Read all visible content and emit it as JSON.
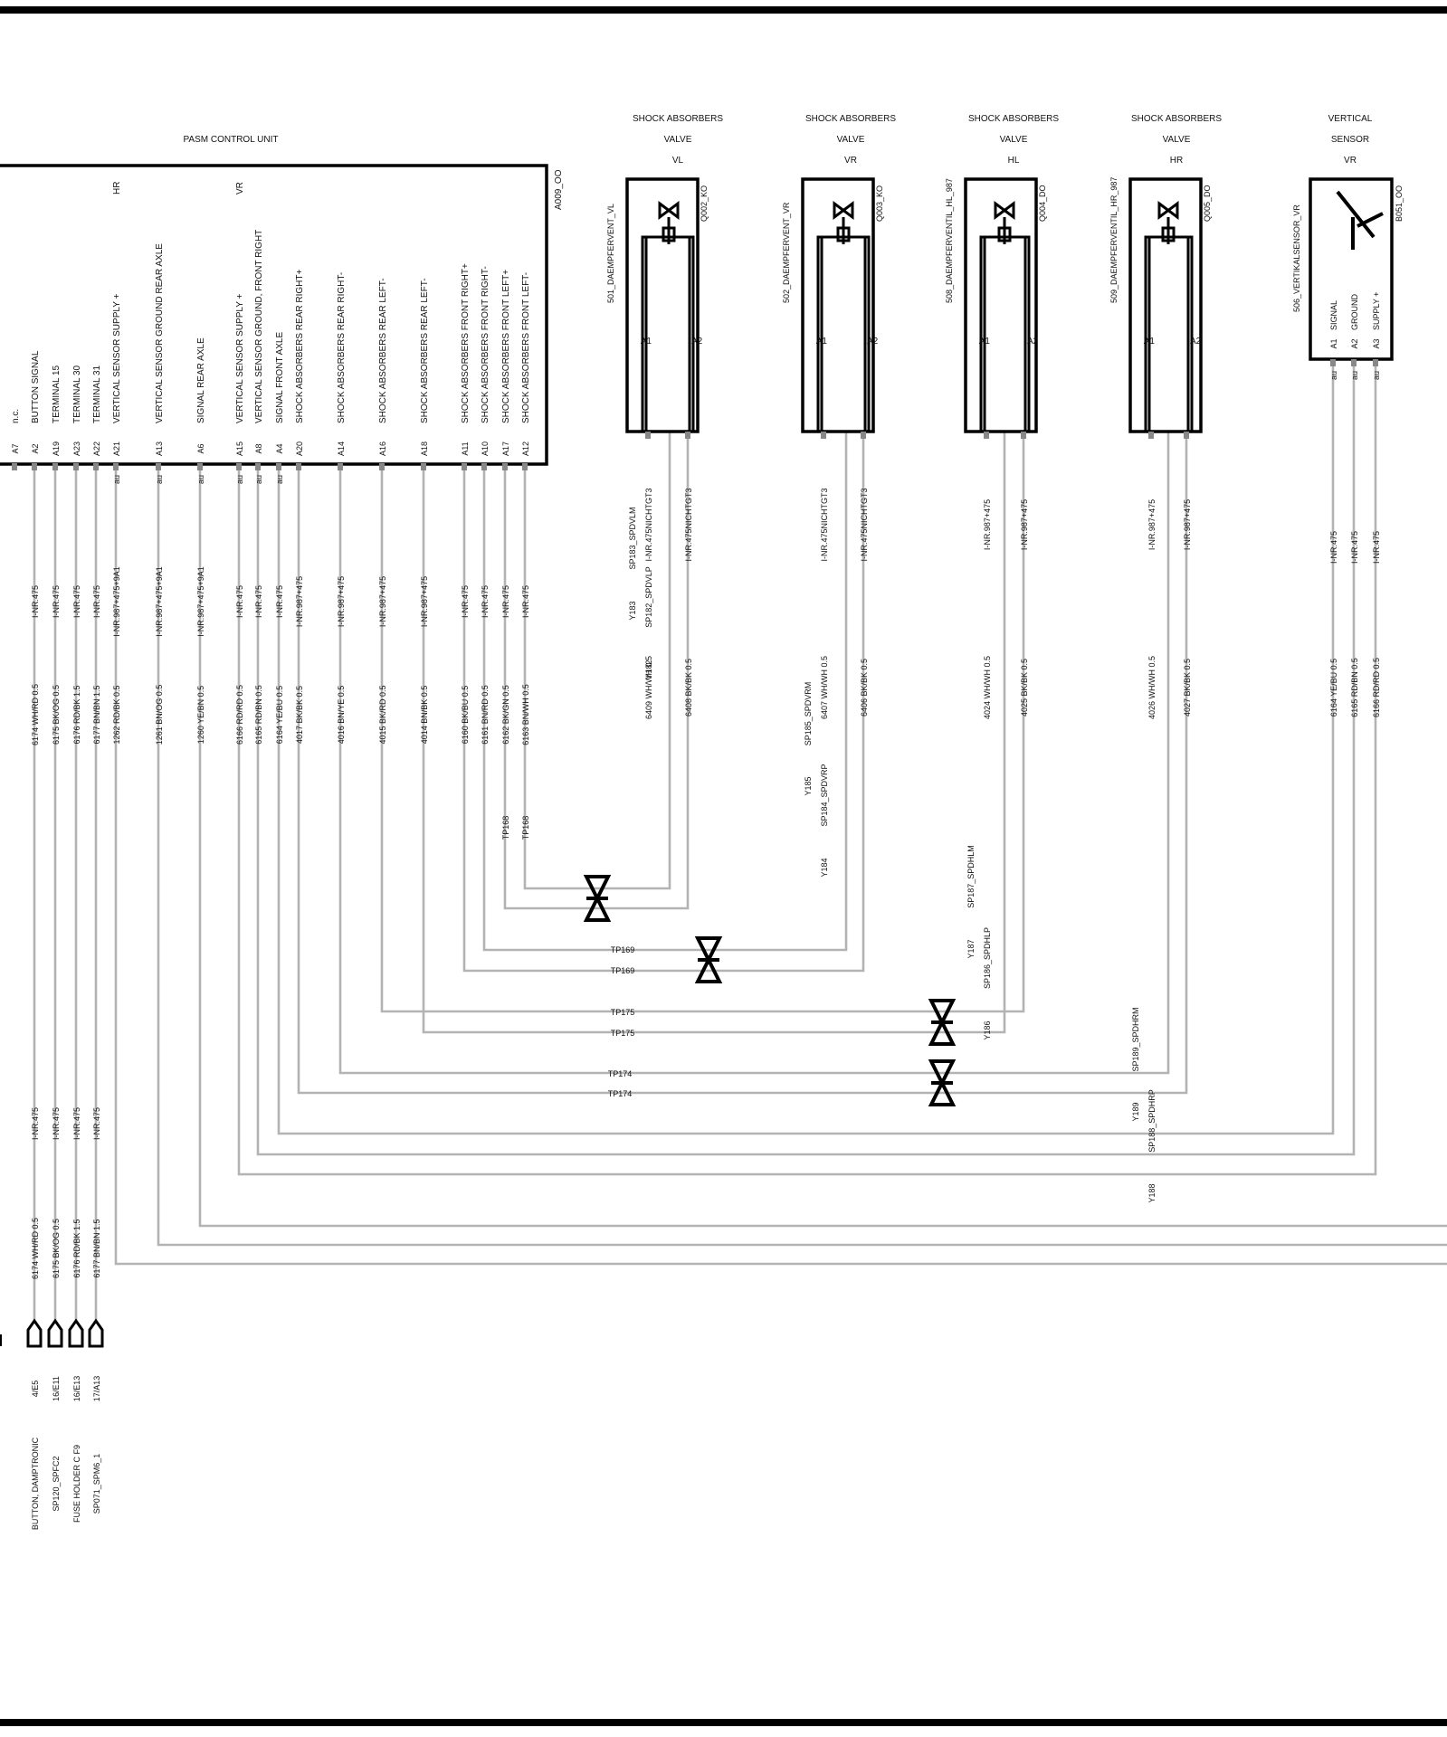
{
  "control_unit": {
    "title": "PASM CONTROL UNIT",
    "id": "A009_OO",
    "pins": [
      {
        "pin": "A7",
        "label": "n.c."
      },
      {
        "pin": "A2",
        "label": "BUTTON  SIGNAL"
      },
      {
        "pin": "A19",
        "label": "TERMINAL 15"
      },
      {
        "pin": "A23",
        "label": "TERMINAL 30"
      },
      {
        "pin": "A22",
        "label": "TERMINAL 31"
      },
      {
        "pin": "A21",
        "label": "VERTICAL    SENSOR   SUPPLY +",
        "extra": "HR"
      },
      {
        "pin": "A13",
        "label": "VERTICAL    SENSOR   GROUND REAR AXLE"
      },
      {
        "pin": "A6",
        "label": "SIGNAL    REAR AXLE"
      },
      {
        "pin": "A15",
        "label": "VERTICAL    SENSOR    SUPPLY +",
        "extra": "VR"
      },
      {
        "pin": "A8",
        "label": "VERTICAL    SENSOR   GROUND, FRONT RIGHT"
      },
      {
        "pin": "A4",
        "label": "SIGNAL    FRONT AXLE"
      },
      {
        "pin": "A20",
        "label": "SHOCK ABSORBERS REAR RIGHT+"
      },
      {
        "pin": "A14",
        "label": "SHOCK ABSORBERS REAR RIGHT-"
      },
      {
        "pin": "A16",
        "label": "SHOCK ABSORBERS REAR LEFT-"
      },
      {
        "pin": "A18",
        "label": "SHOCK ABSORBERS REAR LEFT-"
      },
      {
        "pin": "A11",
        "label": "SHOCK ABSORBERS FRONT RIGHT+"
      },
      {
        "pin": "A10",
        "label": "SHOCK ABSORBERS FRONT RIGHT-"
      },
      {
        "pin": "A17",
        "label": "SHOCK ABSORBERS FRONT LEFT+"
      },
      {
        "pin": "A12",
        "label": "SHOCK ABSORBERS FRONT LEFT-"
      }
    ],
    "wires": [
      {
        "pin": "A2",
        "au": "",
        "net": "I-NR.475",
        "wire": "6174 WH/RD 0.5"
      },
      {
        "pin": "A19",
        "au": "",
        "net": "I-NR.475",
        "wire": "6175 BK/OG 0.5"
      },
      {
        "pin": "A23",
        "au": "",
        "net": "I-NR.475",
        "wire": "6176 RD/BK 1.5"
      },
      {
        "pin": "A22",
        "au": "",
        "net": "I-NR.475",
        "wire": "6177 BN/BN 1.5"
      },
      {
        "pin": "A21",
        "au": "au",
        "net": "I-NR.987+475+9A1",
        "wire": "1262 RD/BK 0.5"
      },
      {
        "pin": "A13",
        "au": "au",
        "net": "I-NR.987+475+9A1",
        "wire": "1261 BN/OG 0.5"
      },
      {
        "pin": "A6",
        "au": "au",
        "net": "I-NR.987+475+9A1",
        "wire": "1260 YE/BN 0.5"
      },
      {
        "pin": "A15",
        "au": "au",
        "net": "I-NR.475",
        "wire": "6166 RD/RD 0.5"
      },
      {
        "pin": "A8",
        "au": "au",
        "net": "I-NR.475",
        "wire": "6165 RD/BN 0.5"
      },
      {
        "pin": "A4",
        "au": "au",
        "net": "I-NR.475",
        "wire": "6164 YE/BU 0.5"
      },
      {
        "pin": "A20",
        "au": "",
        "net": "I-NR.987+475",
        "wire": "4017 BK/BK 0.5"
      },
      {
        "pin": "A14",
        "au": "",
        "net": "I-NR.987+475",
        "wire": "4016 BN/YE 0.5"
      },
      {
        "pin": "A16",
        "au": "",
        "net": "I-NR.987+475",
        "wire": "4015 BK/RD 0.5"
      },
      {
        "pin": "A18",
        "au": "",
        "net": "I-NR.987+475",
        "wire": "4014 BN/BK 0.5"
      },
      {
        "pin": "A11",
        "au": "",
        "net": "I-NR.475",
        "wire": "6160 BK/BU 0.5"
      },
      {
        "pin": "A10",
        "au": "",
        "net": "I-NR.475",
        "wire": "6161 BN/RD 0.5"
      },
      {
        "pin": "A17",
        "au": "",
        "net": "I-NR.475",
        "wire": "6162 BK/GN 0.5"
      },
      {
        "pin": "A12",
        "au": "",
        "net": "I-NR.475",
        "wire": "6163 BN/WH 0.5"
      }
    ]
  },
  "valves": [
    {
      "t1": "SHOCK ABSORBERS",
      "t2": "VALVE",
      "t3": "VL",
      "id": "Q002_KO",
      "name": "501_DAEMPFERVENT_VL",
      "netL": "I-NR.475NICHTGT3",
      "netR": "I-NR.475NICHTGT3",
      "wireL": "6409 WH/WH 0.5",
      "wireR": "6408 BK/BK 0.5",
      "spL": "SP183_SPDVLM",
      "spR": "SP182_SPDVLP",
      "yL": "Y183",
      "yR": "Y182"
    },
    {
      "t1": "SHOCK ABSORBERS",
      "t2": "VALVE",
      "t3": "VR",
      "id": "Q003_KO",
      "name": "502_DAEMPFERVENT_VR",
      "netL": "I-NR.475NICHTGT3",
      "netR": "I-NR.475NICHTGT3",
      "wireL": "6407 WH/WH 0.5",
      "wireR": "6406 BK/BK 0.5",
      "spL": "SP185_SPDVRM",
      "spR": "SP184_SPDVRP",
      "yL": "Y185",
      "yR": "Y184"
    },
    {
      "t1": "SHOCK ABSORBERS",
      "t2": "VALVE",
      "t3": "HL",
      "id": "Q004_DO",
      "name": "508_DAEMPFERVENTIL_HL_987",
      "netL": "I-NR.987+475",
      "netR": "I-NR.987+475",
      "wireL": "4024 WH/WH 0.5",
      "wireR": "4025 BK/BK 0.5",
      "spL": "SP187_SPDHLM",
      "spR": "SP186_SPDHLP",
      "yL": "Y187",
      "yR": "Y186"
    },
    {
      "t1": "SHOCK ABSORBERS",
      "t2": "VALVE",
      "t3": "HR",
      "id": "Q005_DO",
      "name": "509_DAEMPFERVENTIL_HR_987",
      "netL": "I-NR.987+475",
      "netR": "I-NR.987+475",
      "wireL": "4026 WH/WH 0.5",
      "wireR": "4027 BK/BK 0.5",
      "spL": "SP189_SPDHRM",
      "spR": "SP188_SPDHRP",
      "yL": "Y189",
      "yR": "Y188"
    }
  ],
  "valve_pins": {
    "a1": "A1",
    "a2": "A2"
  },
  "sensor": {
    "t1": "VERTICAL",
    "t2": "SENSOR",
    "t3": "VR",
    "id": "B051_OO",
    "name": "506_VERTIKALSENSOR_VR",
    "pins": [
      {
        "pin": "A1",
        "label": "SIGNAL"
      },
      {
        "pin": "A2",
        "label": "GROUND"
      },
      {
        "pin": "A3",
        "label": "SUPPLY +"
      }
    ],
    "au": "au",
    "net": "I-NR.475",
    "wires": [
      "6164 YE/BU 0.5",
      "6165 RD/BN 0.5",
      "6166 RD/RD 0.5"
    ]
  },
  "tp": {
    "tp168": "TP168",
    "tp169": "TP169",
    "tp175": "TP175",
    "tp174": "TP174"
  },
  "bottom_wires": [
    {
      "net": "I-NR.475",
      "wire": "6174 WH/RD 0.5",
      "ref": "4/E5",
      "dest": "BUTTON,   DAMPTRONIC"
    },
    {
      "net": "I-NR.475",
      "wire": "6175 BK/OG 0.5",
      "ref": "16/E11",
      "dest": "SP120_SPFC2"
    },
    {
      "net": "I-NR.475",
      "wire": "6176 RD/BK 1.5",
      "ref": "16/E13",
      "dest": "FUSE HOLDER C   F9"
    },
    {
      "net": "I-NR.475",
      "wire": "6177 BN/BN 1.5",
      "ref": "17/A13",
      "dest": "SP071_SPM6_1"
    }
  ]
}
